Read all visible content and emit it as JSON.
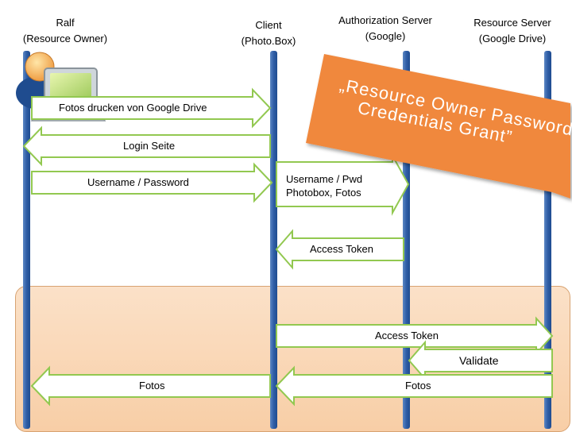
{
  "actors": {
    "owner": {
      "name": "Ralf",
      "role": "(Resource Owner)"
    },
    "client": {
      "name": "Client",
      "role": "(Photo.Box)"
    },
    "auth": {
      "name": "Authorization Server",
      "role": "(Google)"
    },
    "resource": {
      "name": "Resource Server",
      "role": "(Google Drive)"
    }
  },
  "messages": {
    "m1": "Fotos drucken von Google Drive",
    "m2": "Login Seite",
    "m3": "Username / Password",
    "m4_line1": "Username / Pwd",
    "m4_line2": "Photobox, Fotos",
    "m5": "Access Token",
    "m6": "Access Token",
    "m7": "Validate",
    "m8": "Fotos",
    "m9": "Fotos"
  },
  "callout": {
    "line1": "„Resource Owner Password",
    "line2": "Credentials Grant”"
  },
  "colors": {
    "lifeline": "#2f5ea6",
    "arrow_stroke": "#92c850",
    "callout": "#f0883e",
    "band": "#f8cea6"
  }
}
